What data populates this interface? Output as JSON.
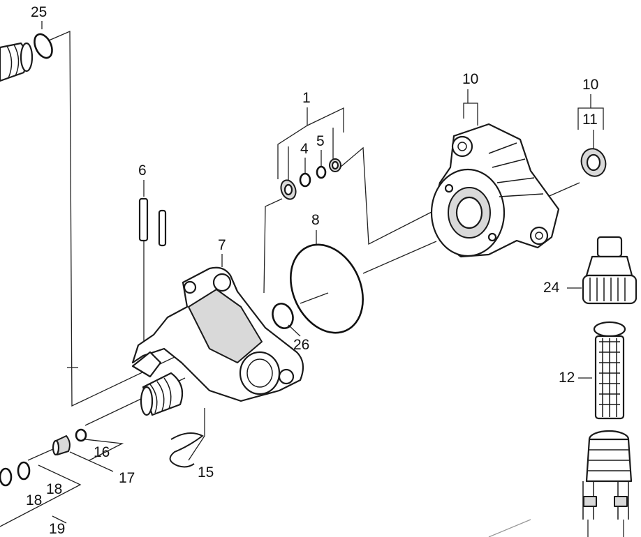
{
  "callouts": {
    "n1": "1",
    "n4": "4",
    "n5": "5",
    "n6": "6",
    "n7": "7",
    "n8": "8",
    "n10a": "10",
    "n10b": "10",
    "n11": "11",
    "n12": "12",
    "n15": "15",
    "n16": "16",
    "n17": "17",
    "n18a": "18",
    "n18b": "18",
    "n19": "19",
    "n24": "24",
    "n25": "25",
    "n26": "26"
  },
  "colors": {
    "line": "#1a1a1a",
    "shade": "#d9d9d9",
    "background": "#ffffff"
  }
}
